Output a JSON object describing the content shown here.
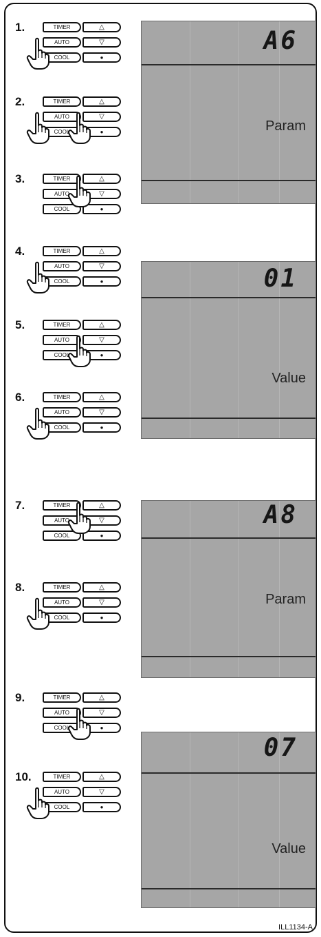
{
  "keypad": {
    "timer": "TIMER",
    "auto": "AUTO",
    "cool": "COOL",
    "up_symbol": "△",
    "down_symbol": "▽",
    "drop_symbol": "●"
  },
  "steps": [
    {
      "number": "1.",
      "hands": [
        "auto"
      ]
    },
    {
      "number": "2.",
      "hands": [
        "auto",
        "down"
      ]
    },
    {
      "number": "3.",
      "hands": [
        "up"
      ]
    },
    {
      "number": "4.",
      "hands": [
        "auto"
      ]
    },
    {
      "number": "5.",
      "hands": [
        "down"
      ]
    },
    {
      "number": "6.",
      "hands": [
        "auto"
      ]
    },
    {
      "number": "7.",
      "hands": [
        "up"
      ]
    },
    {
      "number": "8.",
      "hands": [
        "auto"
      ]
    },
    {
      "number": "9.",
      "hands": [
        "down"
      ]
    },
    {
      "number": "10.",
      "hands": [
        "auto"
      ]
    }
  ],
  "displays": [
    {
      "readout": "A6",
      "label": "Param"
    },
    {
      "readout": "01",
      "label": "Value"
    },
    {
      "readout": "A8",
      "label": "Param"
    },
    {
      "readout": "07",
      "label": "Value"
    }
  ],
  "illustration_code": "ILL1134-A",
  "colors": {
    "lcd_background": "#a6a6a6",
    "outline": "#111111"
  },
  "icons": [
    "pointing-hand-icon",
    "up-triangle-icon",
    "down-triangle-icon",
    "drop-icon"
  ]
}
